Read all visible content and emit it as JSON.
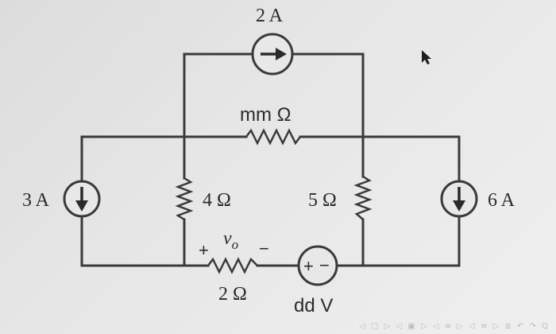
{
  "circuit": {
    "labels": {
      "top_source": "2 A",
      "top_resistor": "mm Ω",
      "left_source": "3 A",
      "right_source": "6 A",
      "left_resistor": "4 Ω",
      "right_resistor": "5 Ω",
      "bottom_resistor": "2 Ω",
      "voltage_source": "dd V",
      "vo_label": "vo",
      "vo_base": "v",
      "vo_sub": "o",
      "vo_plus": "+",
      "vo_minus": "−",
      "vs_plus": "+",
      "vs_minus": "−"
    }
  },
  "viewer": {
    "nav_controls": "◁ ▢ ▷  ◁ ▣ ▷  ◁ ≡ ▷  ◁ ≡ ▷   ≣   ↶ ↷ Q"
  },
  "icons": {
    "cursor": "mouse-pointer-icon"
  }
}
